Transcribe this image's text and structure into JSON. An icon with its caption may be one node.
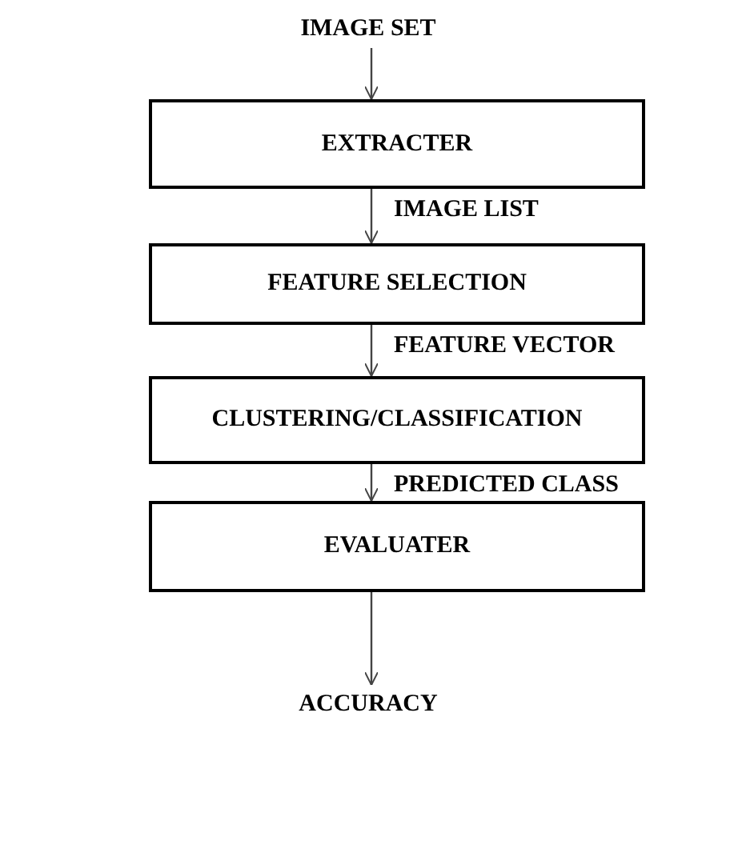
{
  "diagram": {
    "nodes": [
      {
        "text": [
          "IMAGE SET"
        ]
      },
      {
        "text": [
          "EXTRACTER"
        ]
      },
      {
        "text": [
          "FEATURE SELECTION"
        ]
      },
      {
        "text": [
          "CLUSTERING/CLASSIFICATION"
        ]
      },
      {
        "text": [
          "EVALUATER"
        ]
      },
      {
        "text": [
          "ACCURACY"
        ]
      }
    ],
    "edges": [
      {
        "from": 0,
        "to": 1,
        "arrow": "to"
      },
      {
        "from": 1,
        "to": 2,
        "arrow": "to",
        "label": "IMAGE LIST"
      },
      {
        "from": 2,
        "to": 3,
        "arrow": "to",
        "label": "FEATURE VECTOR"
      },
      {
        "from": 3,
        "to": 4,
        "arrow": "to",
        "label": "PREDICTED CLASS"
      },
      {
        "from": 4,
        "to": 5,
        "arrow": "to"
      }
    ]
  }
}
